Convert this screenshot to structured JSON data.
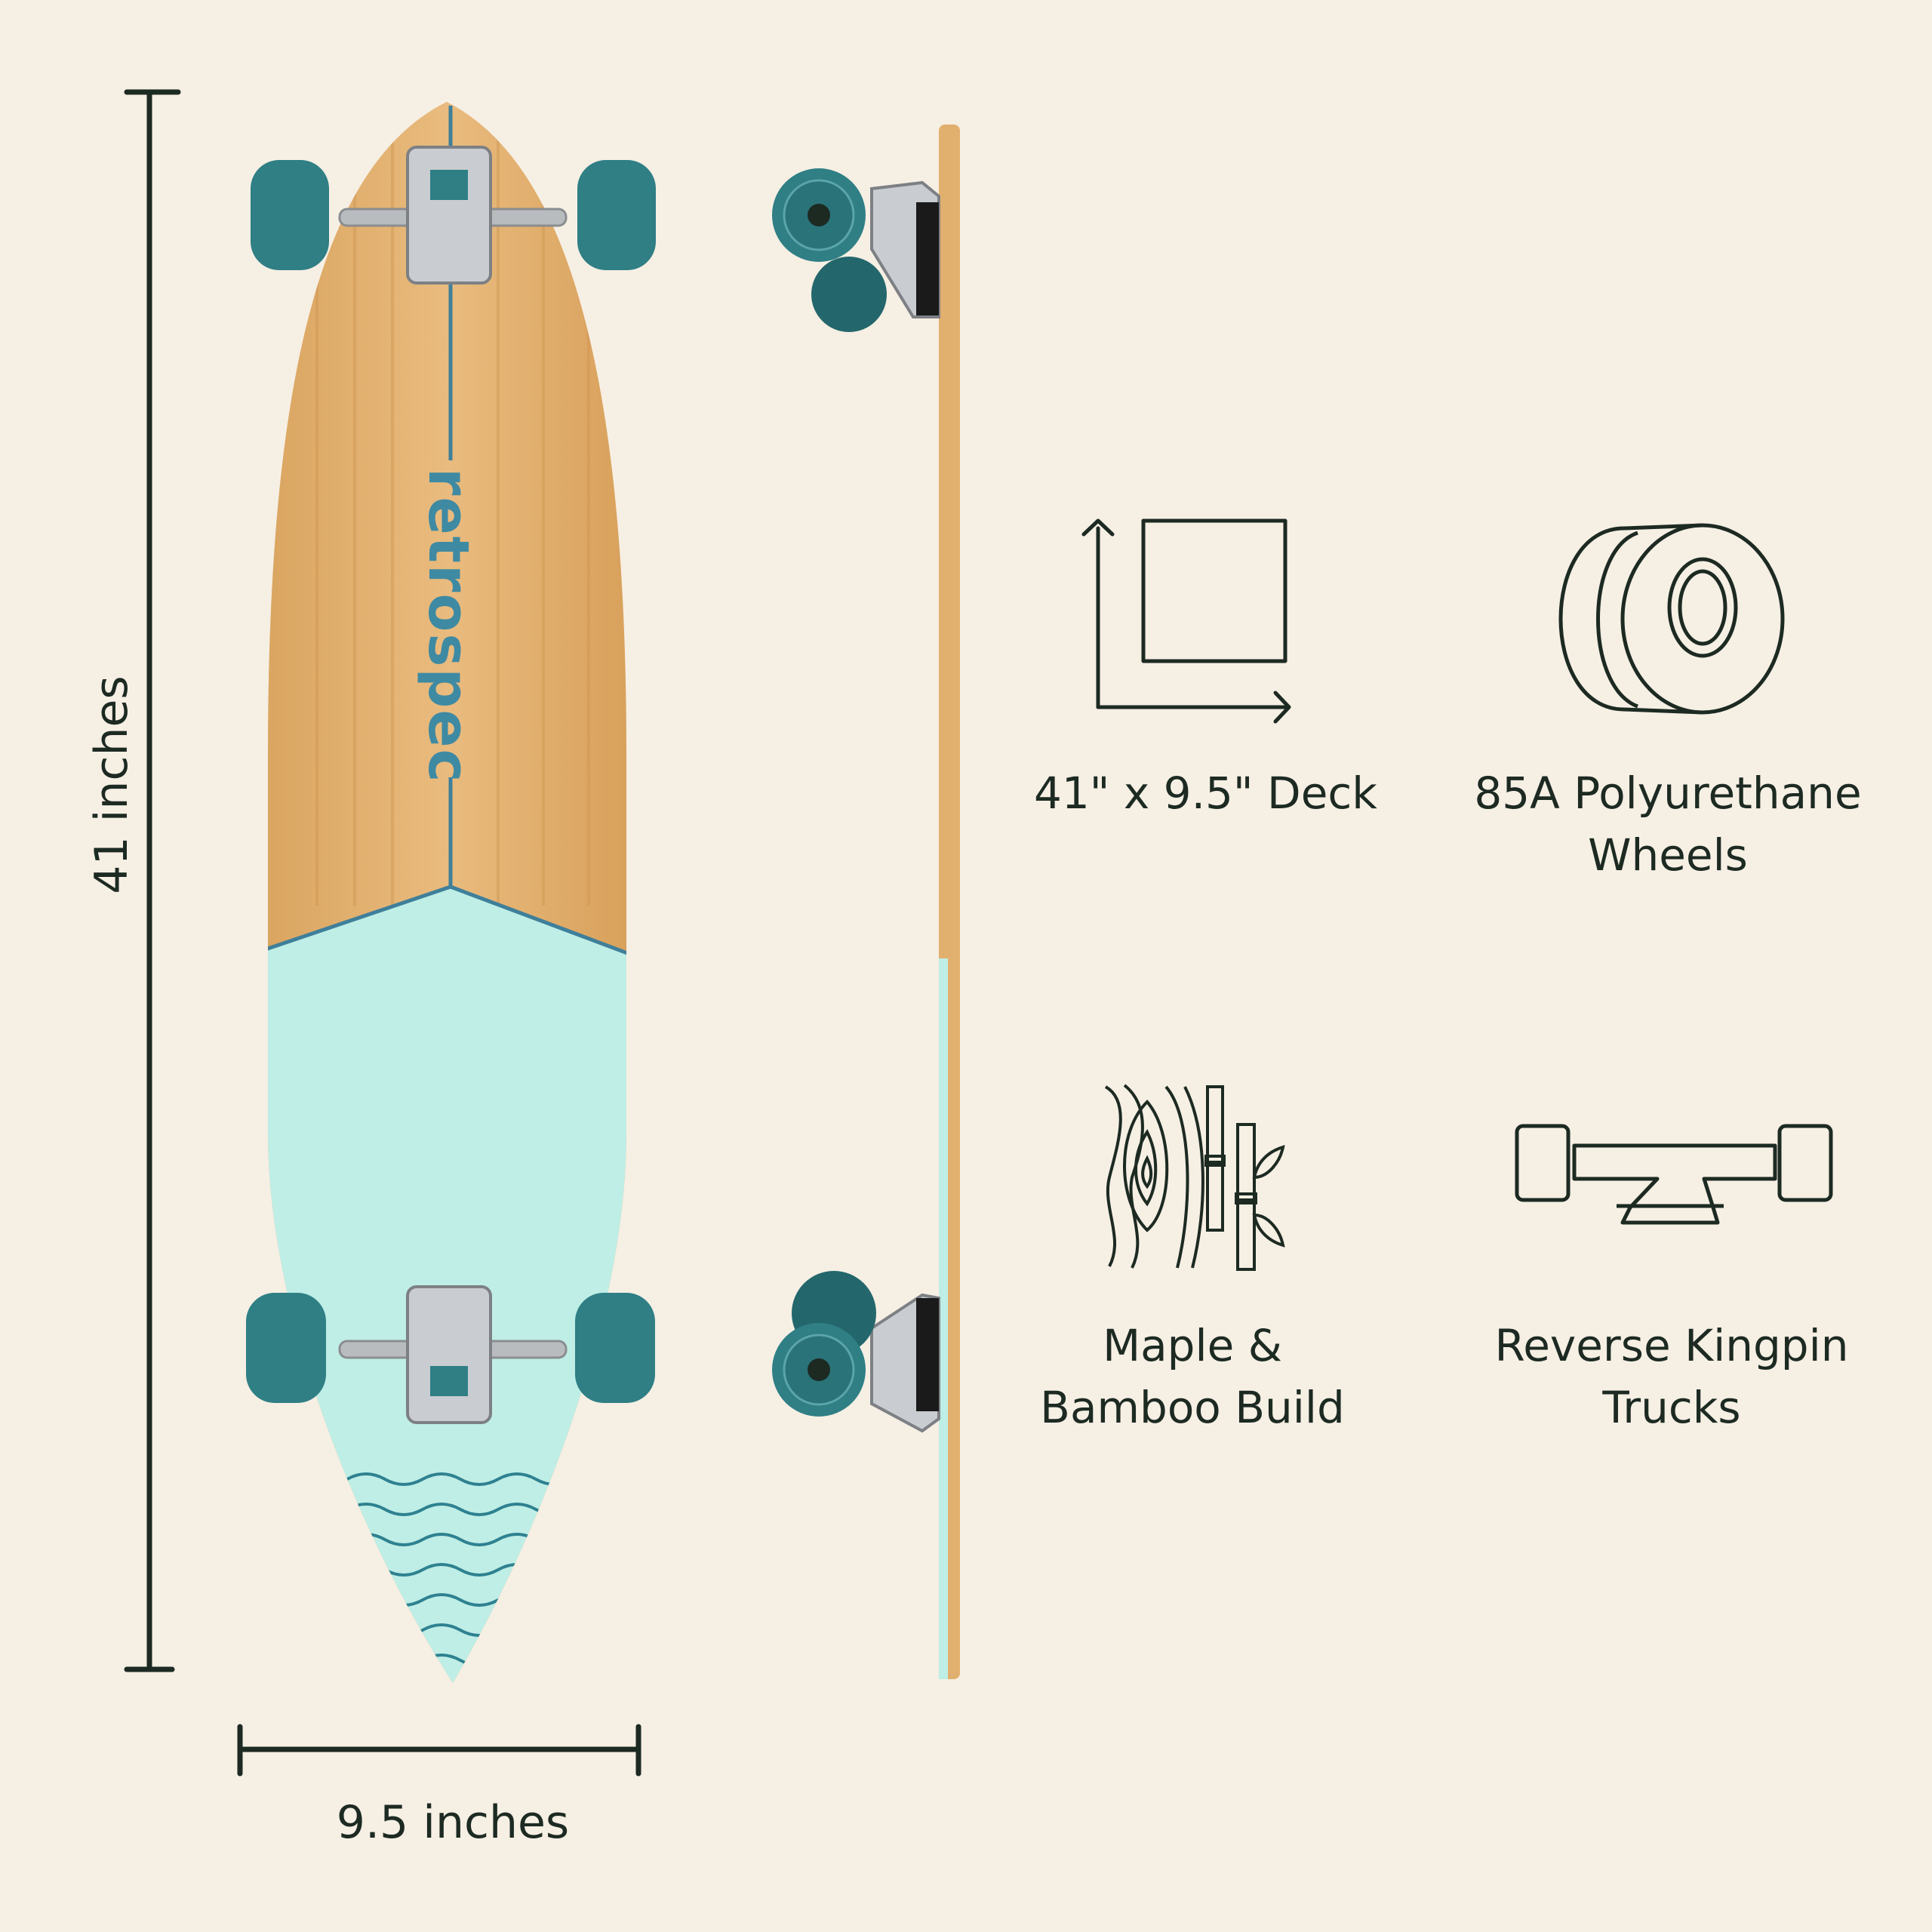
{
  "brand": "retrospec",
  "dimensions": {
    "length": "41 inches",
    "width": "9.5 inches"
  },
  "features": [
    {
      "icon": "deck-size-icon",
      "lines": [
        "41\" x 9.5\" Deck"
      ]
    },
    {
      "icon": "wheel-icon",
      "lines": [
        "85A Polyurethane",
        "Wheels"
      ]
    },
    {
      "icon": "maple-bamboo-icon",
      "lines": [
        "Maple &",
        "Bamboo Build"
      ]
    },
    {
      "icon": "truck-icon",
      "lines": [
        "Reverse Kingpin",
        "Trucks"
      ]
    }
  ],
  "colors": {
    "background": "#f6efe4",
    "bamboo": "#e4b576",
    "mint": "#bfeee6",
    "wheel": "#2f7f85",
    "accent": "#3f8aa3",
    "ink": "#1c2a22"
  }
}
